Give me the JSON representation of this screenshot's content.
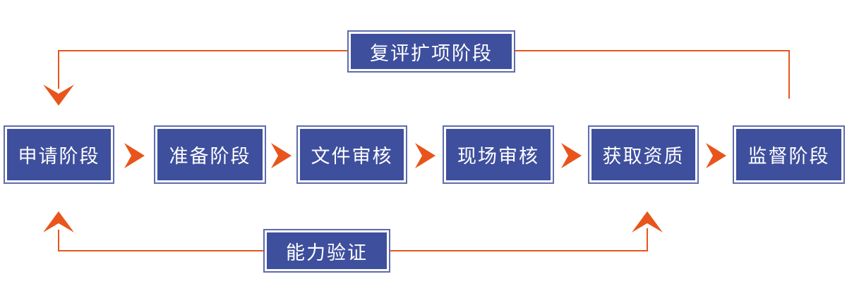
{
  "diagram": {
    "title": "accreditation-process-flow",
    "stages": [
      {
        "label": "申请阶段"
      },
      {
        "label": "准备阶段"
      },
      {
        "label": "文件审核"
      },
      {
        "label": "现场审核"
      },
      {
        "label": "获取资质"
      },
      {
        "label": "监督阶段"
      }
    ],
    "top_loop": {
      "label": "复评扩项阶段",
      "from_stage": "监督阶段",
      "to_stage": "申请阶段"
    },
    "bottom_loop": {
      "label": "能力验证",
      "from_stage": "申请阶段",
      "to_stage": "获取资质"
    }
  },
  "icons": {
    "between_stages": "chevron-right-icon",
    "top_loop_end": "arrow-down-icon",
    "bottom_loop_ends": "arrow-up-icon"
  },
  "colors": {
    "box_fill": "#3E4F9D",
    "box_border": "#5F6CAE",
    "arrow_orange": "#E8551C",
    "text": "#FFFFFF",
    "background": "#FFFFFF"
  }
}
